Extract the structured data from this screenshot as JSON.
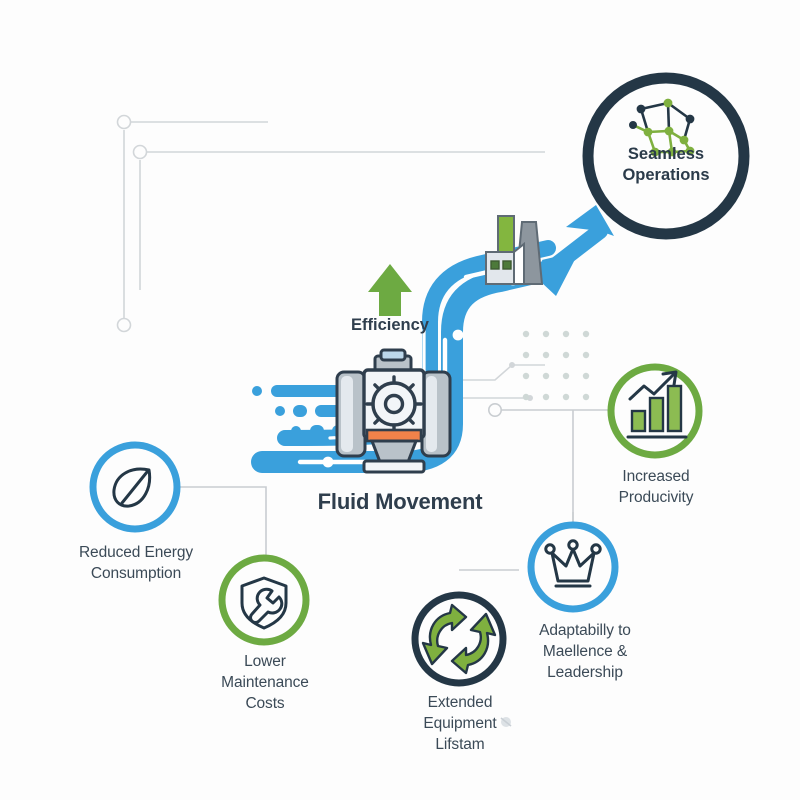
{
  "title": "Fluid Movement Benefits Infographic",
  "colors": {
    "background": "#fdfdfd",
    "blue": "#3aa0dc",
    "blue_dark": "#2f8fcc",
    "green": "#6daa42",
    "navy": "#243746",
    "text_dark": "#2f3e4d",
    "text_body": "#3b4a57",
    "connector_gray": "#d2d6d9",
    "dot_gray": "#cfd8d6",
    "metal_light": "#e9edf1",
    "metal_mid": "#aeb6bd",
    "metal_dark": "#8d969e",
    "orange": "#f0824a"
  },
  "center": {
    "label": "Fluid Movement",
    "icon": "industrial-pump-icon"
  },
  "efficiency": {
    "label": "Efficiency",
    "icon": "up-arrow-icon",
    "arrow_color": "#6daa42"
  },
  "factory": {
    "icon": "factory-icon"
  },
  "flow": {
    "icon": "fluid-flow-arrow-icon",
    "color": "#3aa0dc"
  },
  "hero": {
    "label": "Seamless\nOperations",
    "icon": "network-nodes-icon",
    "ring_color": "#243746",
    "icon_color_primary": "#243746",
    "icon_color_secondary": "#6daa42"
  },
  "nodes": [
    {
      "id": "reduced-energy-consumption",
      "label": "Reduced Energy\nConsumption",
      "icon": "leaf-icon",
      "ring_color": "#3aa0dc",
      "icon_color": "#243746"
    },
    {
      "id": "lower-maintenance-costs",
      "label": "Lower\nMaintenance\nCosts",
      "icon": "shield-wrench-icon",
      "ring_color": "#6daa42",
      "icon_color": "#243746"
    },
    {
      "id": "extended-equipment-lifstam",
      "label": "Extended\nEquipment\nLifstam",
      "icon": "recycle-arrows-icon",
      "ring_color": "#243746",
      "icon_color": "#6daa42"
    },
    {
      "id": "adaptabilly-to-maellence-leadership",
      "label": "Adaptabilly to\nMaellence &\nLeadership",
      "icon": "crown-icon",
      "ring_color": "#3aa0dc",
      "icon_color": "#243746"
    },
    {
      "id": "increased-producivity",
      "label": "Increased\nProducivity",
      "icon": "bar-chart-growth-icon",
      "ring_color": "#6daa42",
      "icon_color_primary": "#243746",
      "icon_color_secondary": "#6daa42"
    }
  ],
  "decor": {
    "dot_grid_rows": 4,
    "dot_grid_cols": 4,
    "connector_endpoints": 5
  }
}
